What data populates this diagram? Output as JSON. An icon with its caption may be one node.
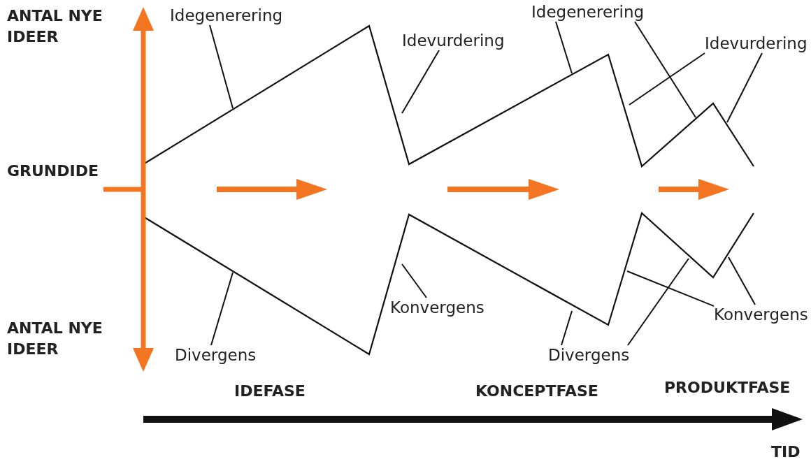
{
  "diagram": {
    "nodes": [
      {
        "text": [
          "Idegenerering"
        ]
      },
      {
        "text": [
          "Idevurdering"
        ]
      },
      {
        "text": [
          "Idegenerering"
        ]
      },
      {
        "text": [
          "Idevurdering"
        ]
      },
      {
        "text": [
          "Konvergens"
        ]
      },
      {
        "text": [
          "Konvergens"
        ]
      },
      {
        "text": [
          "Divergens"
        ]
      },
      {
        "text": [
          "Divergens"
        ]
      }
    ],
    "edges": [
      {
        "from": 0,
        "to": null,
        "arrow": "none"
      },
      {
        "from": 1,
        "to": null,
        "arrow": "none"
      },
      {
        "from": 2,
        "to": null,
        "arrow": "none"
      },
      {
        "from": 2,
        "to": null,
        "arrow": "none"
      },
      {
        "from": 3,
        "to": null,
        "arrow": "none"
      },
      {
        "from": 3,
        "to": null,
        "arrow": "none"
      },
      {
        "from": 4,
        "to": null,
        "arrow": "none"
      },
      {
        "from": 5,
        "to": null,
        "arrow": "none"
      },
      {
        "from": 5,
        "to": null,
        "arrow": "none"
      },
      {
        "from": 6,
        "to": null,
        "arrow": "none"
      },
      {
        "from": 7,
        "to": null,
        "arrow": "none"
      },
      {
        "from": 7,
        "to": null,
        "arrow": "none"
      }
    ],
    "labels": [
      "ANTAL NYE IDEER",
      "GRUNDIDE",
      "ANTAL NYE IDEER",
      "IDEFASE",
      "KONCEPTFASE",
      "PRODUKTFASE",
      "TID"
    ]
  }
}
